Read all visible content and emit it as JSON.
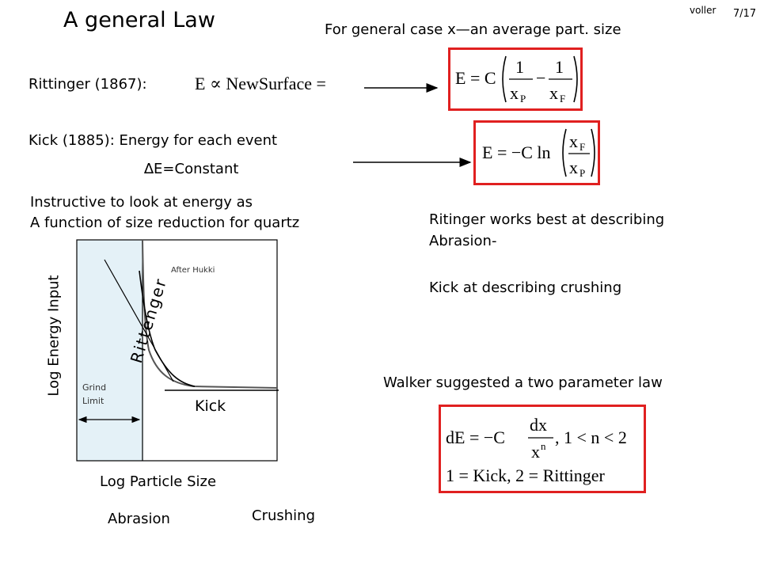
{
  "slide": {
    "title": "A general Law",
    "author": "voller",
    "page_number": "7/17",
    "general_case_note": "For general case x—an average part. size"
  },
  "rittinger": {
    "label": "Rittinger (1867):",
    "proportional_text": "E ∝ NewSurface =",
    "formula": {
      "lhs": "E = C",
      "numerator": "1",
      "den_1_base": "x",
      "den_1_sub": "P",
      "den_2_base": "x",
      "den_2_sub": "F",
      "minus": "−"
    }
  },
  "kick": {
    "label": "Kick (1885): Energy for each event",
    "delta_e": "∆E=Constant",
    "formula": {
      "lhs": "E = −C ln",
      "num_base": "x",
      "num_sub": "F",
      "den_base": "x",
      "den_sub": "P"
    }
  },
  "instructive": {
    "line1": "Instructive to look at energy as",
    "line2": "A function of size reduction for quartz"
  },
  "notes": {
    "line1": "Ritinger works best at describing",
    "line2": "Abrasion-",
    "line3": "Kick at describing crushing"
  },
  "walker": {
    "label": "Walker suggested a two parameter law",
    "formula": {
      "lhs": "dE = −C",
      "num": "dx",
      "den_base": "x",
      "den_exp": "n",
      "condition": ",   1 < n < 2",
      "line2": "1 = Kick, 2 = Rittinger"
    }
  },
  "graph": {
    "ylabel": "Log Energy Input",
    "xlabel": "Log Particle Size",
    "after_hukki": "After Hukki",
    "rittinger_label": "Rittenger",
    "kick_label": "Kick",
    "grind_limit_line1": "Grind",
    "grind_limit_line2": "Limit",
    "abrasion_label": "Abrasion",
    "crushing_label": "Crushing"
  },
  "colors": {
    "box_border": "#e02020",
    "grind_region_fill": "#e4f1f7"
  }
}
